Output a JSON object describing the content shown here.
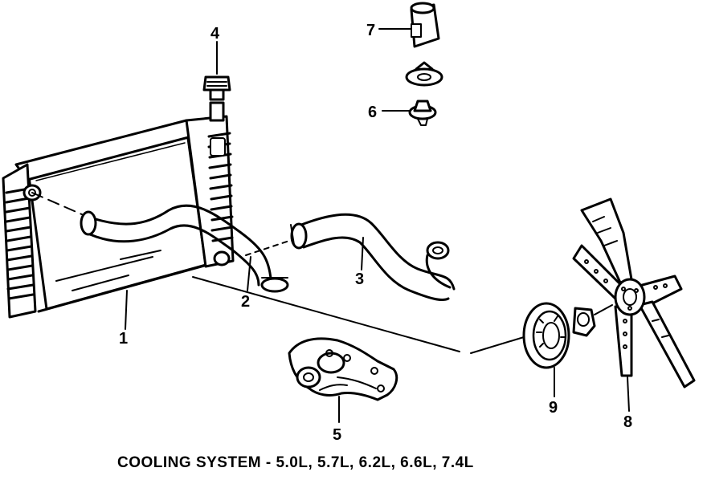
{
  "caption": "COOLING SYSTEM - 5.0L, 5.7L, 6.2L, 6.6L, 7.4L",
  "callouts": {
    "radiator": "1",
    "upper_hose": "2",
    "lower_hose": "3",
    "radiator_cap": "4",
    "water_pump": "5",
    "thermostat": "6",
    "thermostat_housing": "7",
    "fan_blade": "8",
    "fan_clutch": "9"
  }
}
